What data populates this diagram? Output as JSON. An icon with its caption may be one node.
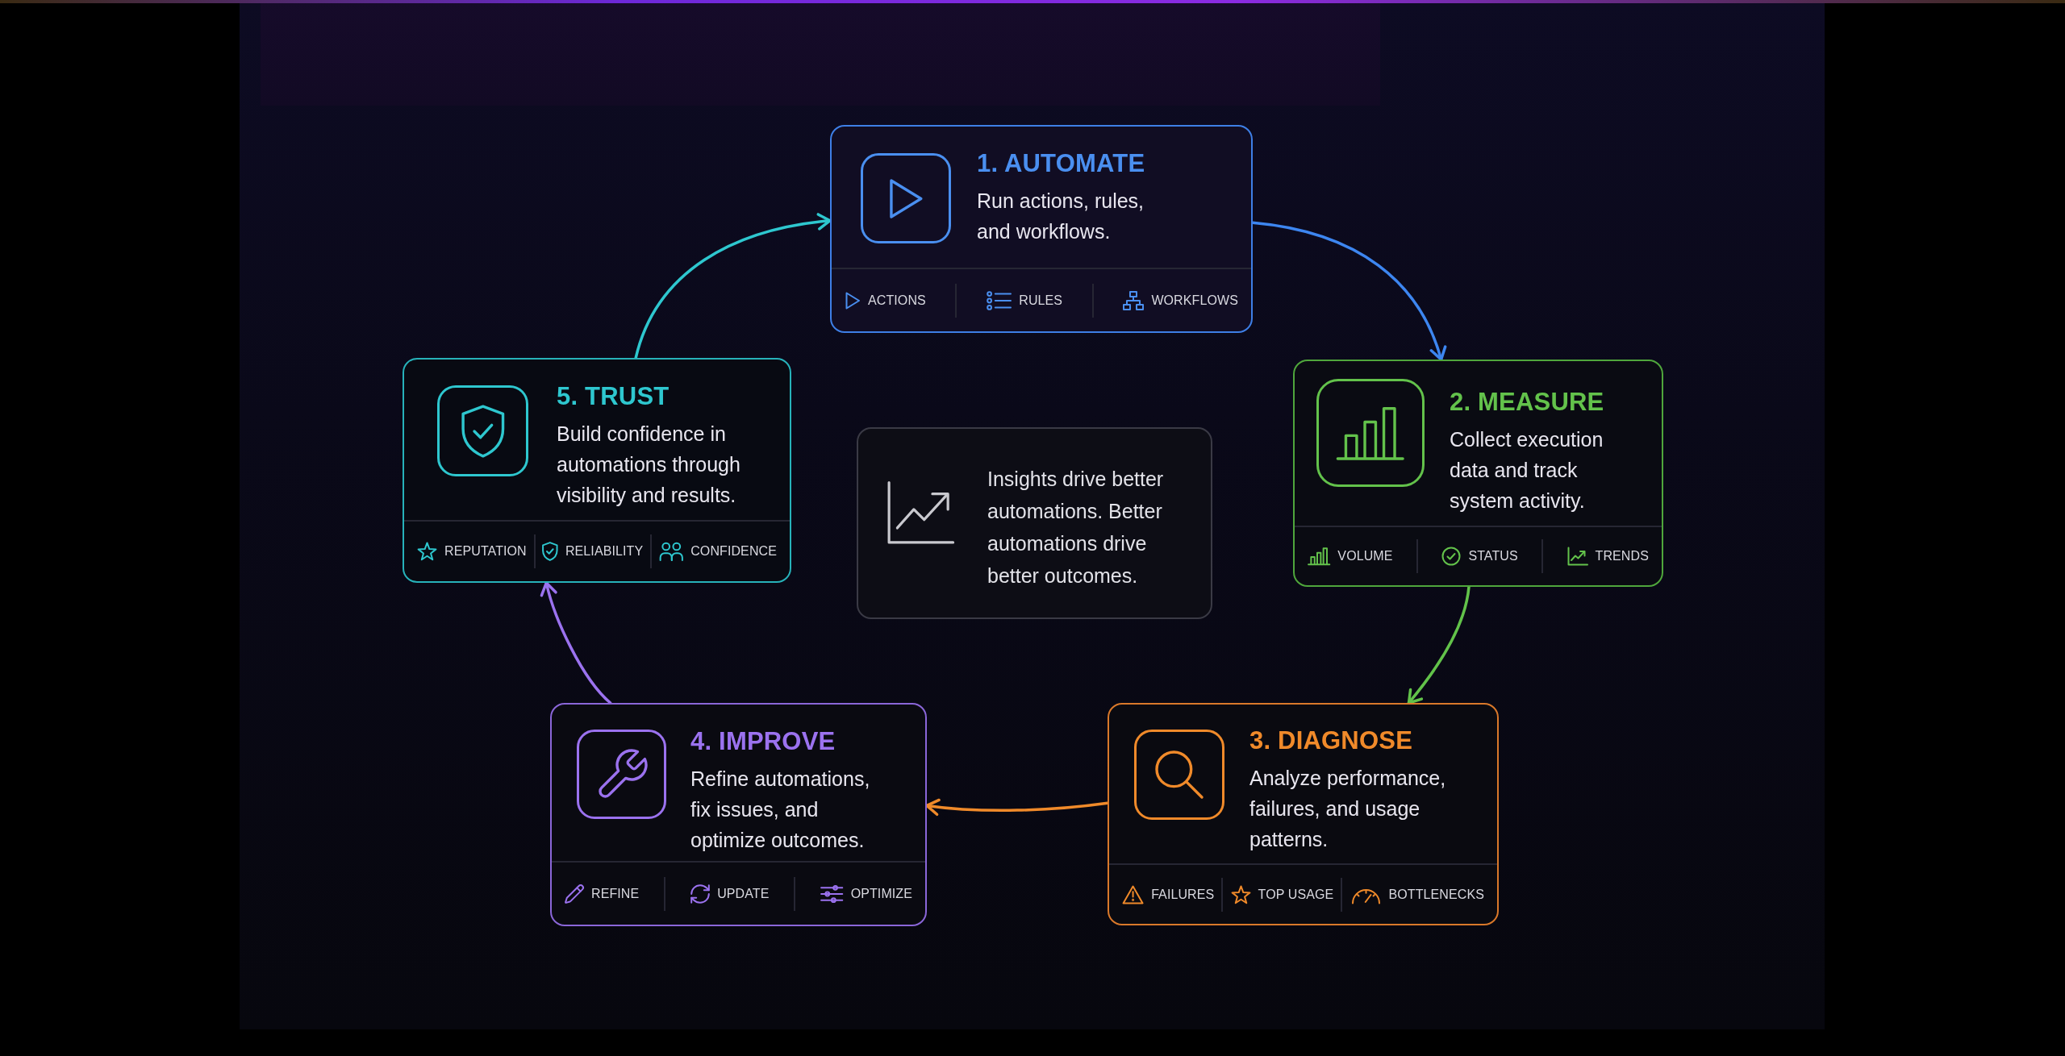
{
  "diagram": {
    "nodes": [
      {
        "text": [
          "1. AUTOMATE",
          "Run actions, rules, and workflows.",
          "ACTIONS",
          "RULES",
          "WORKFLOWS"
        ]
      },
      {
        "text": [
          "2. MEASURE",
          "Collect execution data and track system activity.",
          "VOLUME",
          "STATUS",
          "TRENDS"
        ]
      },
      {
        "text": [
          "3. DIAGNOSE",
          "Analyze performance, failures, and usage patterns.",
          "FAILURES",
          "TOP USAGE",
          "BOTTLENECKS"
        ]
      },
      {
        "text": [
          "4. IMPROVE",
          "Refine automations, fix issues, and optimize outcomes.",
          "REFINE",
          "UPDATE",
          "OPTIMIZE"
        ]
      },
      {
        "text": [
          "5. TRUST",
          "Build confidence in automations through visibility and results.",
          "REPUTATION",
          "RELIABILITY",
          "CONFIDENCE"
        ]
      },
      {
        "text": [
          "Insights drive better automations. Better automations drive better outcomes."
        ]
      }
    ],
    "edges": [
      {
        "from": 0,
        "to": 1,
        "arrow": "to",
        "color": "#3d86f0"
      },
      {
        "from": 1,
        "to": 2,
        "arrow": "to",
        "color": "#62c24a"
      },
      {
        "from": 2,
        "to": 3,
        "arrow": "to",
        "color": "#f08a2a"
      },
      {
        "from": 3,
        "to": 4,
        "arrow": "to",
        "color": "#9b72ef"
      },
      {
        "from": 4,
        "to": 0,
        "arrow": "to",
        "color": "#2ec7cf"
      }
    ]
  }
}
